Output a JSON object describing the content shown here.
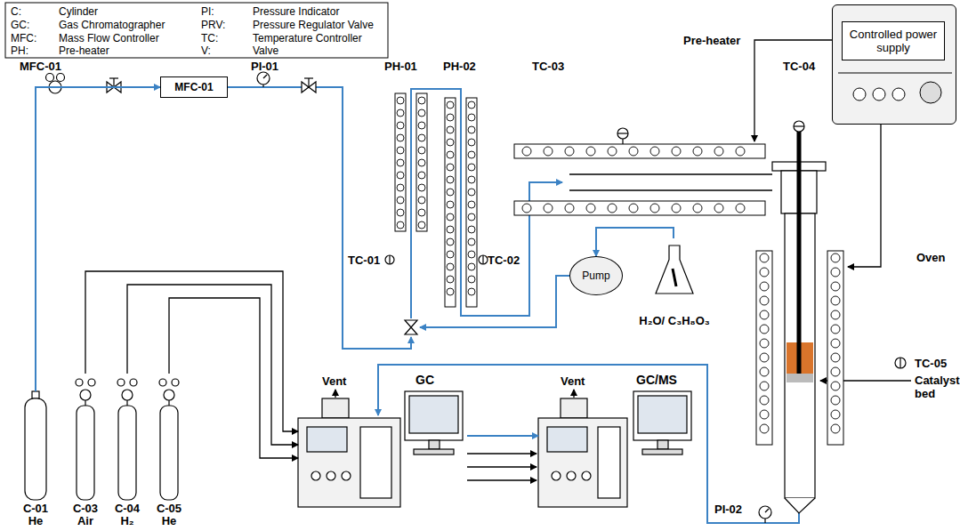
{
  "diagram": {
    "nodes": [
      {
        "text": [
          "MFC-01"
        ]
      },
      {
        "text": [
          "C-01",
          "He"
        ]
      },
      {
        "text": [
          "C-03",
          "Air"
        ]
      },
      {
        "text": [
          "C-04",
          "H₂"
        ]
      },
      {
        "text": [
          "C-05",
          "He"
        ]
      },
      {
        "text": [
          "Pump"
        ]
      },
      {
        "text": [
          "H₂O/ C₃H₈O₃"
        ]
      },
      {
        "text": [
          "GC"
        ]
      },
      {
        "text": [
          "GC/MS"
        ]
      },
      {
        "text": [
          "Controlled power supply"
        ]
      }
    ],
    "edges": [
      {
        "from": 1,
        "to": 0,
        "arrow": "to"
      },
      {
        "from": 2,
        "to": 7,
        "arrow": "to"
      },
      {
        "from": 3,
        "to": 7,
        "arrow": "to"
      },
      {
        "from": 4,
        "to": 7,
        "arrow": "to"
      },
      {
        "from": 6,
        "to": 5,
        "arrow": "to"
      },
      {
        "from": 7,
        "to": 8,
        "arrow": "to"
      }
    ],
    "labels": [
      "C:",
      "Cylinder",
      "GC:",
      "Gas Chromatographer",
      "MFC:",
      "Mass Flow Controller",
      "PH:",
      "Pre-heater",
      "PI:",
      "Pressure Indicator",
      "PRV:",
      "Pressure Regulator Valve",
      "TC:",
      "Temperature Controller",
      "V:",
      "Valve",
      "MFC-01",
      "PI-01",
      "PH-01",
      "PH-02",
      "TC-01",
      "TC-02",
      "TC-03",
      "Pre-heater",
      "TC-04",
      "Oven",
      "TC-05",
      "Catalyst bed",
      "Vent",
      "Vent",
      "PI-02"
    ]
  }
}
